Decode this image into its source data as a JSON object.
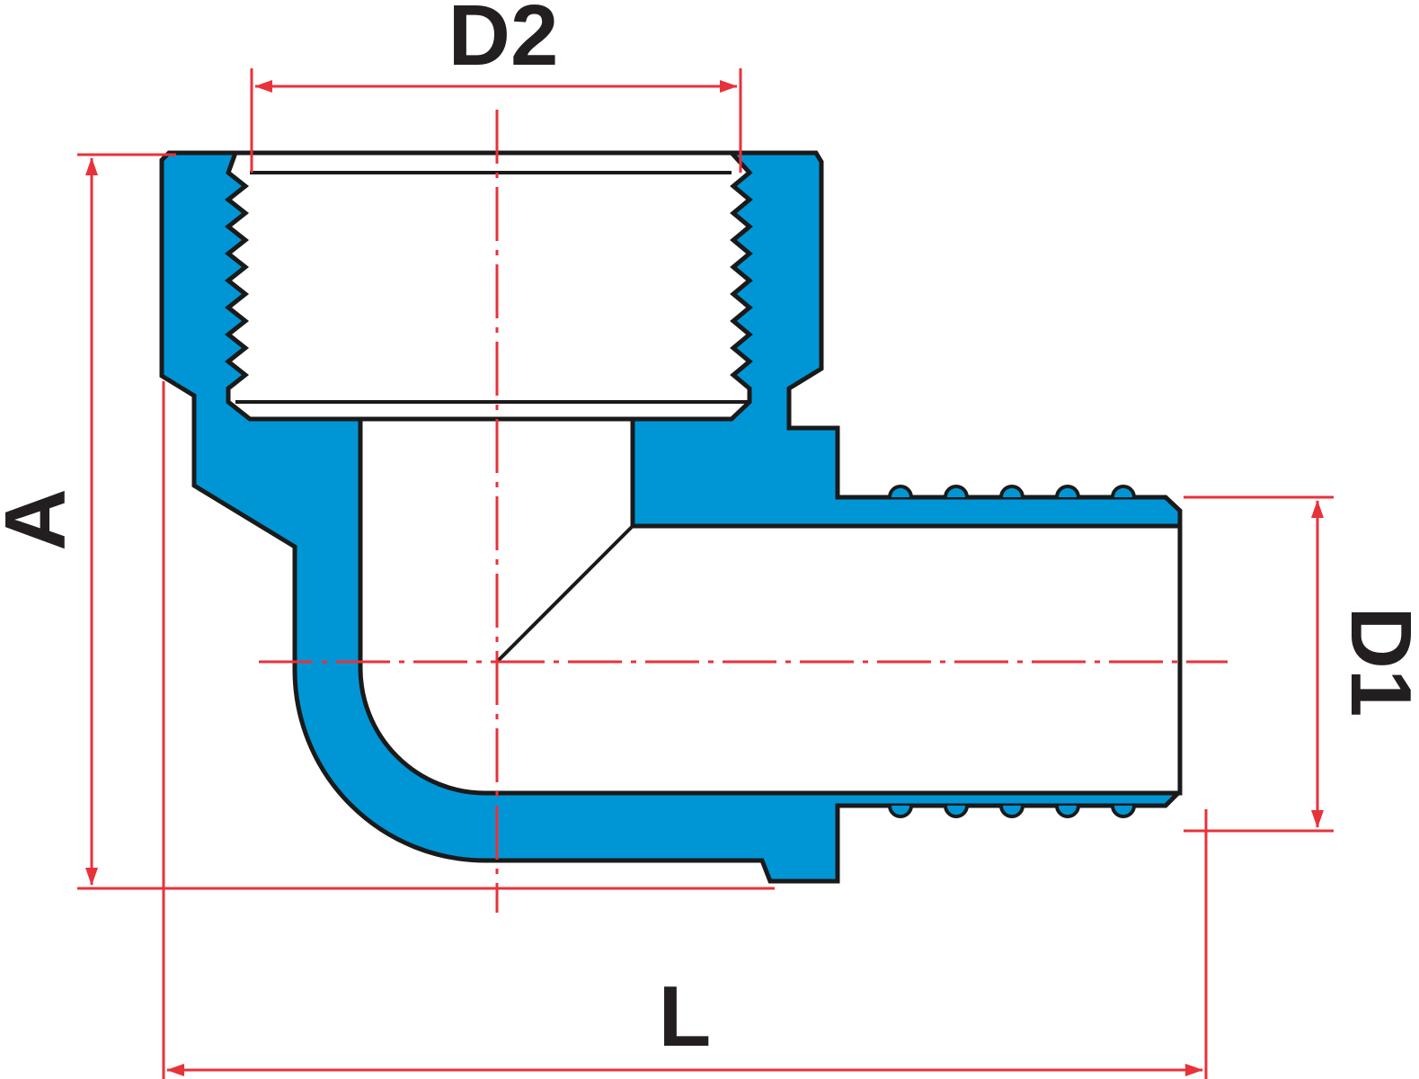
{
  "labels": {
    "d2": "D2",
    "a": "A",
    "d1": "D1",
    "l": "L"
  },
  "colors": {
    "fitting_fill": "#0096d6",
    "outline": "#1a1a1a",
    "dimension": "#e8323a",
    "label": "#231f20",
    "background": "#ffffff"
  }
}
